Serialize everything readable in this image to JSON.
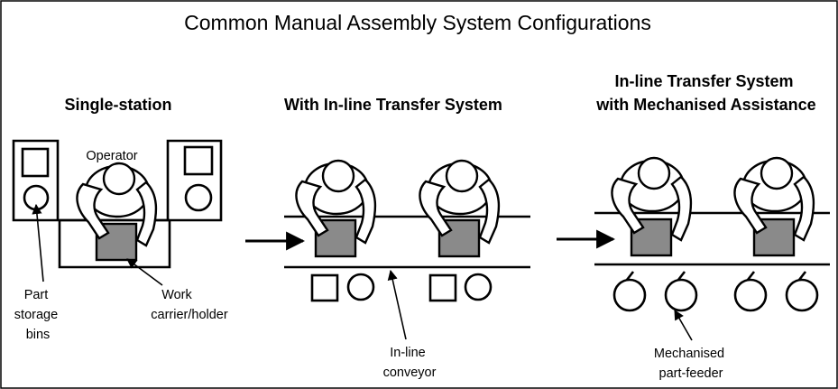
{
  "title": "Common Manual Assembly System Configurations",
  "panels": {
    "single": {
      "heading": "Single-station",
      "operator": "Operator",
      "bins_label": [
        "Part",
        "storage",
        "bins"
      ],
      "holder_label": [
        "Work",
        "carrier/holder"
      ]
    },
    "inline": {
      "heading": "With In-line Transfer System",
      "conveyor_label": [
        "In-line",
        "conveyor"
      ]
    },
    "mechanised": {
      "heading_lines": [
        "In-line Transfer System",
        "with Mechanised Assistance"
      ],
      "feeder_label": [
        "Mechanised",
        "part-feeder"
      ]
    }
  }
}
